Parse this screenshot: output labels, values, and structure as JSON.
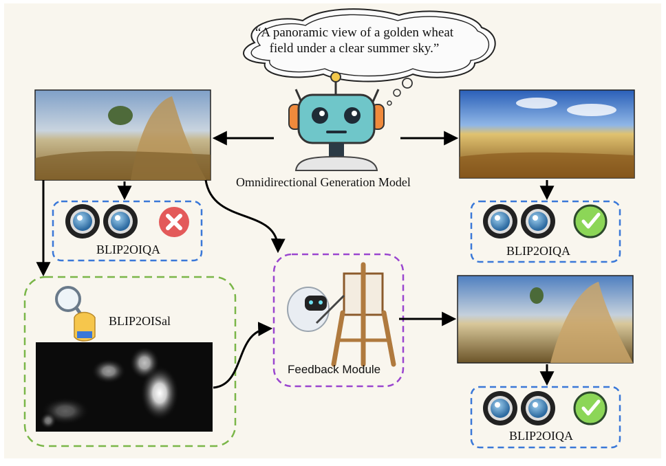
{
  "prompt": "“A panoramic view of a golden wheat field under a clear summer sky.”",
  "model_label": "Omnidirectional Generation Model",
  "iqa_label_left": "BLIP2OIQA",
  "iqa_label_right": "BLIP2OIQA",
  "iqa_label_bottom": "BLIP2OIQA",
  "saliency_label": "BLIP2OISal",
  "feedback_label": "Feedback Module",
  "icons": {
    "robot": "robot-icon",
    "eye": "eye-icon",
    "reject": "red-x-icon",
    "accept": "green-check-icon",
    "magnifier": "magnifier-icon",
    "feedback": "robot-painter-easel-icon"
  },
  "colors": {
    "background": "#f9f6ee",
    "iqa_border": "#3a78d8",
    "saliency_border": "#7ab648",
    "feedback_border": "#9a45cf",
    "reject": "#e35a5a",
    "accept": "#8cd657"
  }
}
